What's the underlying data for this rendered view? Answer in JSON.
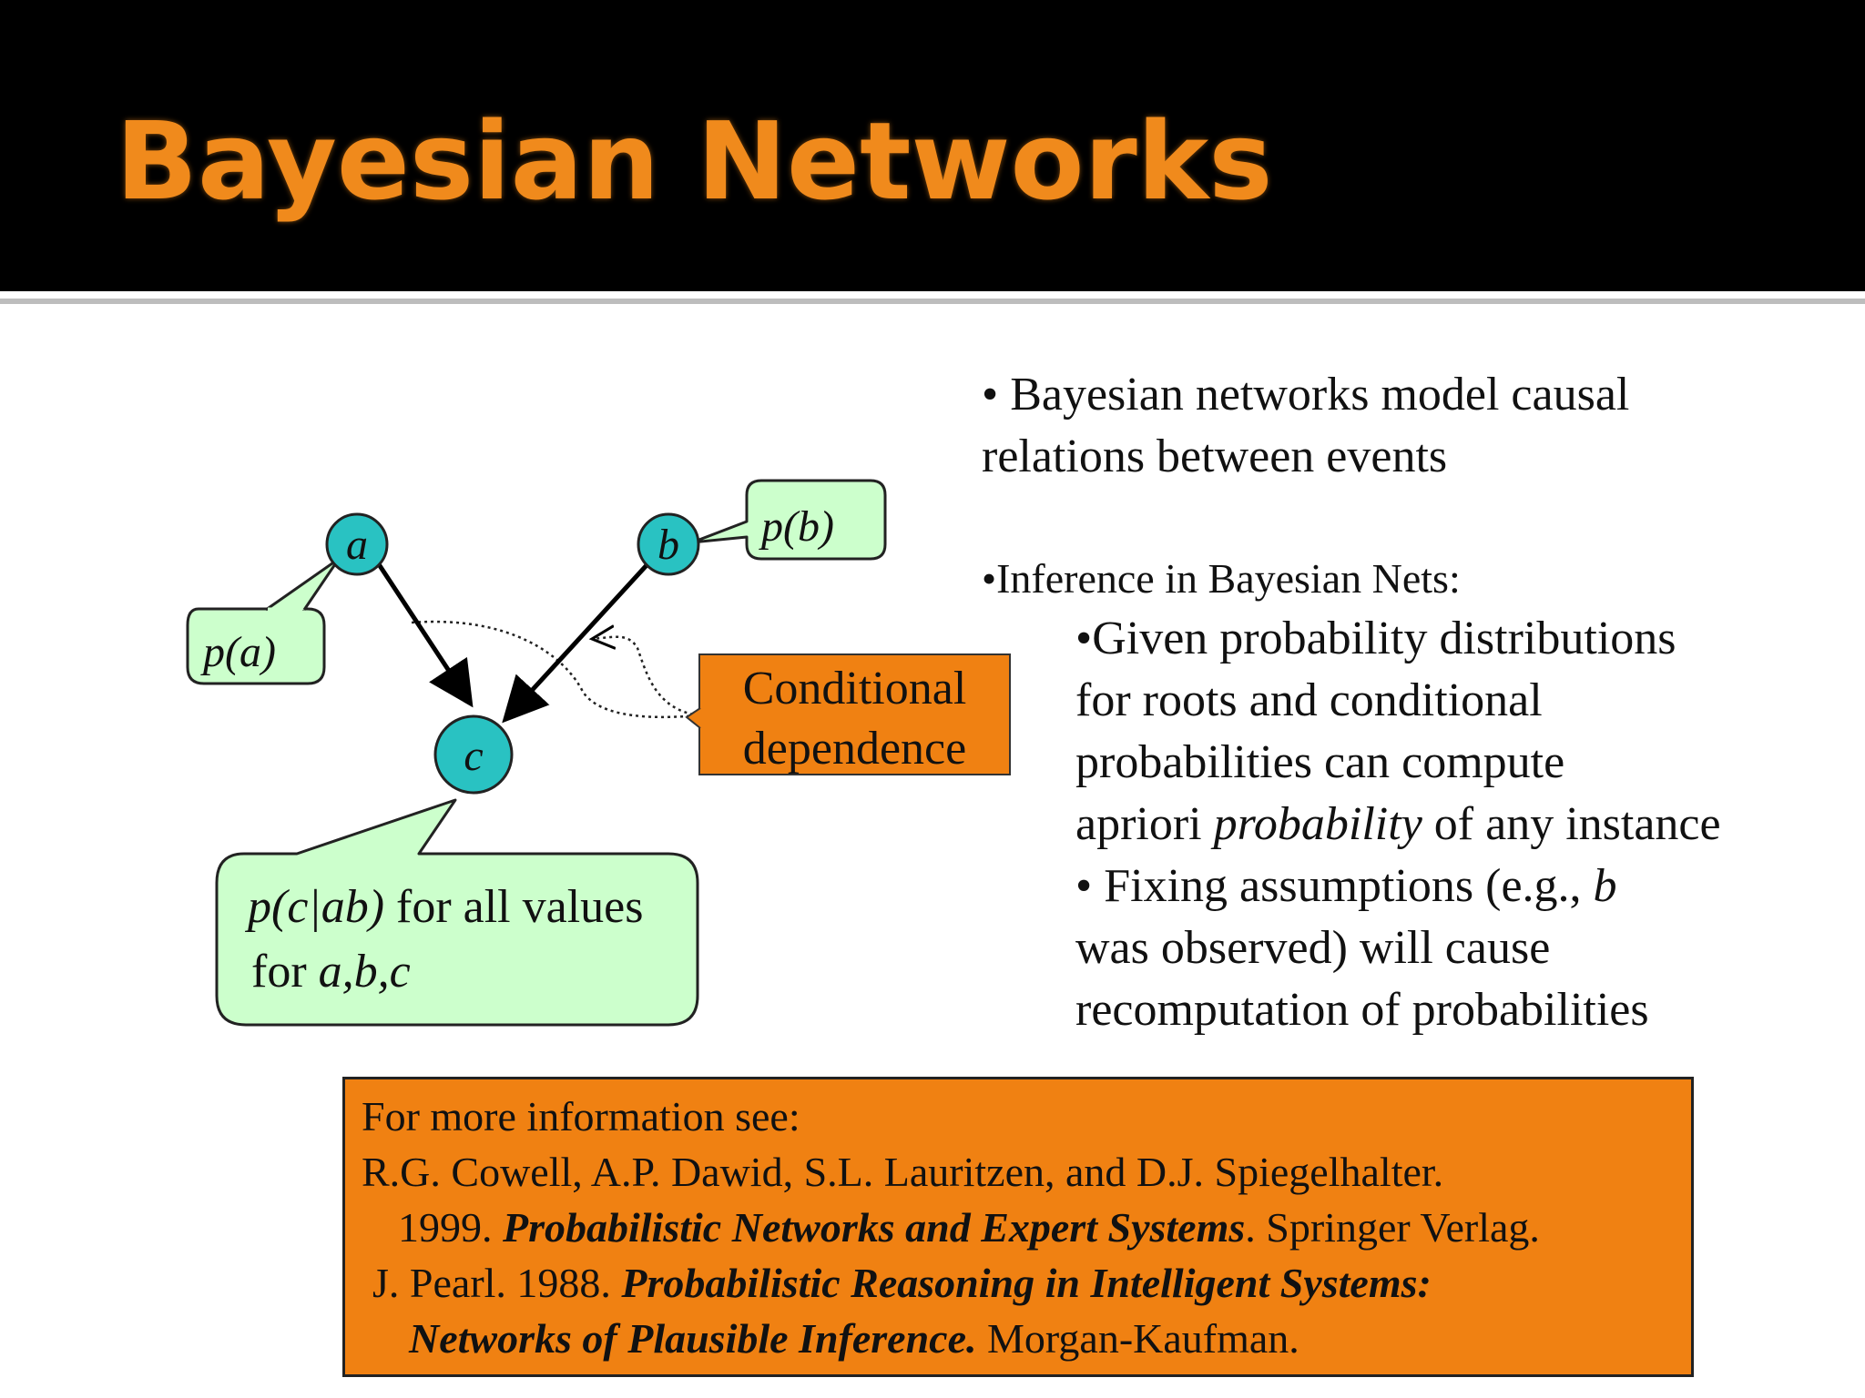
{
  "title": "Bayesian Networks",
  "colors": {
    "title": "#f08a1c",
    "node_fill": "#29c2c2",
    "callout_fill": "#ccffcc",
    "orange_box": "#f08112"
  },
  "diagram": {
    "nodes": {
      "a": "a",
      "b": "b",
      "c": "c"
    },
    "callouts": {
      "pa": "p(a)",
      "pb": "p(b)",
      "pcab_prob": "p(c|ab)",
      "pcab_text1": " for all values",
      "pcab_for": "for ",
      "pcab_vars": "a,b,c"
    },
    "conditional": {
      "line1": "Conditional",
      "line2": "dependence"
    }
  },
  "bullets": {
    "b1_line1": "• Bayesian networks model causal",
    "b1_line2": "relations between events",
    "b2_head": "•Inference in Bayesian Nets:",
    "s1_line1": "•Given probability distributions",
    "s1_line2": "for roots and conditional",
    "s1_line3": "probabilities can compute",
    "s1_line4_a": "apriori ",
    "s1_line4_b": "probability",
    "s1_line4_c": " of any instance",
    "s2_line1_a": "• Fixing assumptions (e.g., ",
    "s2_line1_b": "b",
    "s2_line2": "was observed) will cause",
    "s2_line3": "recomputation of probabilities"
  },
  "references": {
    "intro": "For more information see:",
    "r1_authors": "R.G. Cowell, A.P. Dawid, S.L. Lauritzen, and D.J. Spiegelhalter.",
    "r1_year": "1999. ",
    "r1_title": "Probabilistic Networks and Expert Systems",
    "r1_pub": ". Springer Verlag.",
    "r2_authors": "J. Pearl. 1988. ",
    "r2_title1": "Probabilistic Reasoning in Intelligent Systems:",
    "r2_title2": "Networks of Plausible Inference.",
    "r2_pub": " Morgan-Kaufman."
  }
}
